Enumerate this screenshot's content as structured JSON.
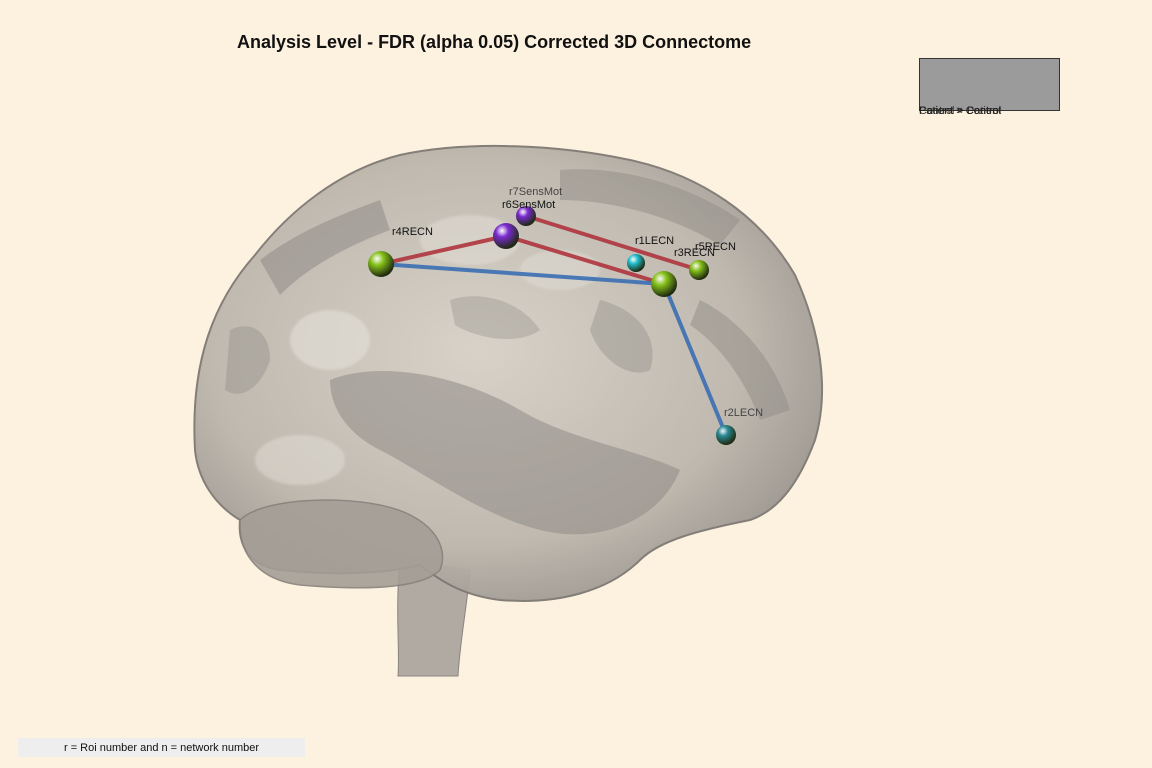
{
  "title": "Analysis Level - FDR (alpha 0.05) Corrected 3D Connectome",
  "legend": {
    "entries": [
      "Patient > Control",
      "Patient < Control",
      "Control > Patient"
    ]
  },
  "footnote": "r = Roi number and n = network number",
  "colors": {
    "background": "#fdf1df",
    "brain": "#8f8b86",
    "positive_edge": "#b0353f",
    "negative_edge": "#3b6fb3",
    "ECN": "#86c21a",
    "LECN_light": "#20c0d0",
    "LECN_dark": "#2a8a96",
    "SensMot": "#7a2ad0"
  },
  "nodes": [
    {
      "id": "r1",
      "label": "r1LECN",
      "network": "LECN",
      "color_key": "LECN_light"
    },
    {
      "id": "r2",
      "label": "r2LECN",
      "network": "LECN",
      "color_key": "LECN_dark"
    },
    {
      "id": "r3",
      "label": "r3RECN",
      "network": "RECN",
      "color_key": "ECN"
    },
    {
      "id": "r4",
      "label": "r4RECN",
      "network": "RECN",
      "color_key": "ECN"
    },
    {
      "id": "r5",
      "label": "r5RECN",
      "network": "RECN",
      "color_key": "ECN"
    },
    {
      "id": "r6",
      "label": "r6SensMot",
      "network": "SensMot",
      "color_key": "SensMot"
    },
    {
      "id": "r7",
      "label": "r7SensMot",
      "network": "SensMot",
      "color_key": "SensMot"
    }
  ],
  "edges": [
    {
      "from": "r4",
      "to": "r6",
      "type": "positive"
    },
    {
      "from": "r6",
      "to": "r3",
      "type": "positive"
    },
    {
      "from": "r7",
      "to": "r5",
      "type": "positive"
    },
    {
      "from": "r4",
      "to": "r3",
      "type": "negative"
    },
    {
      "from": "r3",
      "to": "r2",
      "type": "negative"
    }
  ]
}
